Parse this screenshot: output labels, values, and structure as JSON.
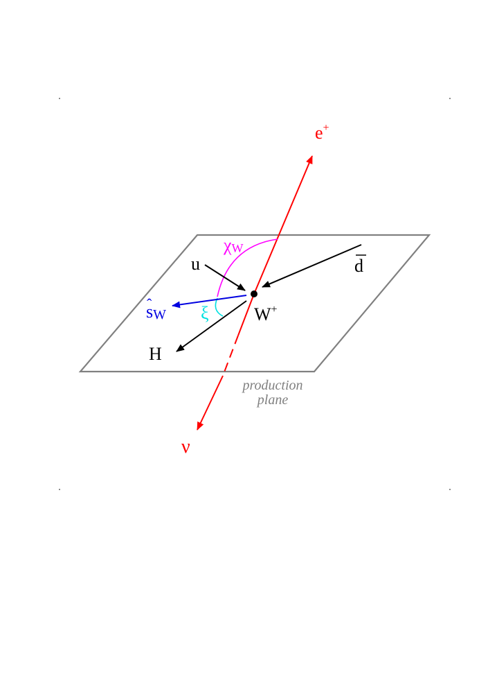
{
  "colors": {
    "background": "#ffffff",
    "plane": "#808080",
    "quark_arrows": "#000000",
    "lepton_axis": "#ff0000",
    "spin_vector": "#0000e0",
    "chi_angle": "#ff00ff",
    "xi_angle": "#00e0e0",
    "plane_label": "#808080"
  },
  "labels": {
    "positron": "e",
    "positron_sup": "+",
    "neutrino": "ν",
    "up_quark": "u",
    "anti_down_quark": "d",
    "w_boson": "W",
    "w_boson_sup": "+",
    "higgs": "H",
    "spin_vector": "s",
    "spin_vector_hat": "ˆ",
    "spin_vector_sub": "W",
    "chi_angle": "χ",
    "chi_angle_sub": "W",
    "xi_angle": "ξ",
    "production_plane_line1": "production",
    "production_plane_line2": "plane"
  },
  "icons": {
    "vertex": "filled-dot-icon",
    "arrowheads": "triangle-arrowhead-icon"
  }
}
